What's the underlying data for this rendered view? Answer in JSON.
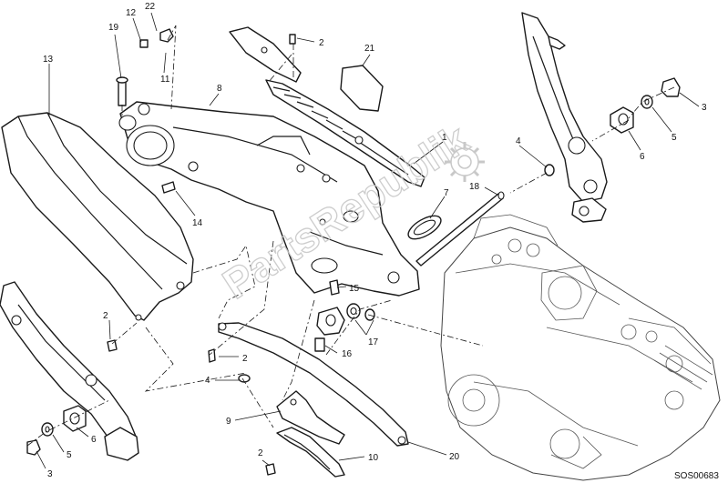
{
  "drawing": {
    "code": "SOS00683",
    "callouts": [
      {
        "id": "c13",
        "text": "13"
      },
      {
        "id": "c19",
        "text": "19"
      },
      {
        "id": "c12",
        "text": "12"
      },
      {
        "id": "c22",
        "text": "22"
      },
      {
        "id": "c11",
        "text": "11"
      },
      {
        "id": "c8",
        "text": "8"
      },
      {
        "id": "c2a",
        "text": "2"
      },
      {
        "id": "c21",
        "text": "21"
      },
      {
        "id": "c1",
        "text": "1"
      },
      {
        "id": "c4a",
        "text": "4"
      },
      {
        "id": "c18",
        "text": "18"
      },
      {
        "id": "c7",
        "text": "7"
      },
      {
        "id": "c3a",
        "text": "3"
      },
      {
        "id": "c5a",
        "text": "5"
      },
      {
        "id": "c6a",
        "text": "6"
      },
      {
        "id": "c14",
        "text": "14"
      },
      {
        "id": "c2b",
        "text": "2"
      },
      {
        "id": "c15",
        "text": "15"
      },
      {
        "id": "c16",
        "text": "16"
      },
      {
        "id": "c17",
        "text": "17"
      },
      {
        "id": "c2c",
        "text": "2"
      },
      {
        "id": "c4b",
        "text": "4"
      },
      {
        "id": "c9",
        "text": "9"
      },
      {
        "id": "c6b",
        "text": "6"
      },
      {
        "id": "c5b",
        "text": "5"
      },
      {
        "id": "c3b",
        "text": "3"
      },
      {
        "id": "c2d",
        "text": "2"
      },
      {
        "id": "c10",
        "text": "10"
      },
      {
        "id": "c20",
        "text": "20"
      }
    ]
  },
  "watermark": {
    "text": "PartsRepublik"
  }
}
